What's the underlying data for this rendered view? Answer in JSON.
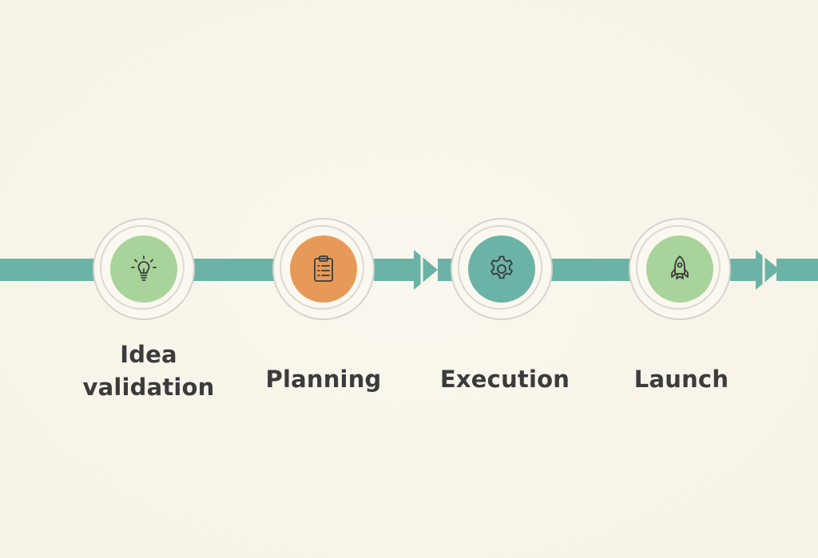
{
  "colors": {
    "background": "#f8f4ea",
    "track": "#6bb3a6",
    "ring": "#d6d3cd",
    "icon_stroke": "#3a3a3a",
    "label_text": "#3b3b3b"
  },
  "steps": [
    {
      "label": "Idea\nvalidation",
      "icon": "lightbulb-icon",
      "color": "#a8d39a"
    },
    {
      "label": "Planning",
      "icon": "clipboard-list-icon",
      "color": "#e79a58"
    },
    {
      "label": "Execution",
      "icon": "gear-icon",
      "color": "#6bb3a6"
    },
    {
      "label": "Launch",
      "icon": "rocket-icon",
      "color": "#a8d39a"
    }
  ]
}
